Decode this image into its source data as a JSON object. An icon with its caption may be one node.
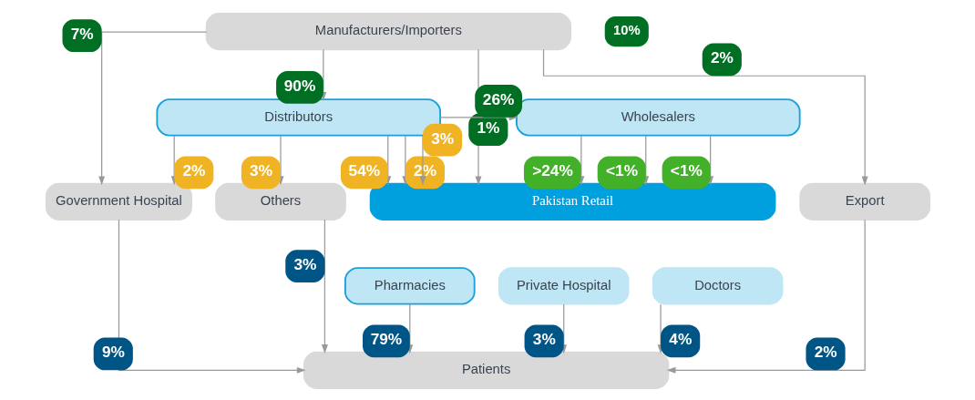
{
  "diagram": {
    "nodes": [
      {
        "text": [
          "Manufacturers/Importers"
        ]
      },
      {
        "text": [
          "Distributors"
        ]
      },
      {
        "text": [
          "Wholesalers"
        ]
      },
      {
        "text": [
          "Pakistan Retail"
        ]
      },
      {
        "text": [
          "Others"
        ]
      },
      {
        "text": [
          "Government Hospital"
        ]
      },
      {
        "text": [
          "Export"
        ]
      },
      {
        "text": [
          "Pharmacies"
        ]
      },
      {
        "text": [
          "Private Hospital"
        ]
      },
      {
        "text": [
          "Doctors"
        ]
      },
      {
        "text": [
          "Patients"
        ]
      }
    ],
    "edges": [
      {
        "from": 0,
        "to": 1,
        "arrow": "to",
        "label": "90%"
      },
      {
        "from": 1,
        "to": 2,
        "arrow": "to",
        "label": "26%"
      },
      {
        "from": 2,
        "to": 3,
        "arrow": "to",
        "label": ">24%"
      },
      {
        "from": 2,
        "to": 3,
        "arrow": "to",
        "label": "<1%"
      },
      {
        "from": 2,
        "to": 3,
        "arrow": "to",
        "label": "<1%"
      },
      {
        "from": 0,
        "to": 3,
        "arrow": "to",
        "label": "1%"
      },
      {
        "from": 0,
        "to": 5,
        "arrow": "to",
        "label": "7%"
      },
      {
        "from": 0,
        "to": 6,
        "arrow": "to",
        "label": "2%"
      },
      {
        "from": 1,
        "to": 3,
        "arrow": "to",
        "label": "54%"
      },
      {
        "from": 1,
        "to": 3,
        "arrow": "to",
        "label": "2%"
      },
      {
        "from": 1,
        "to": 3,
        "arrow": "to",
        "label": "3%"
      },
      {
        "from": 1,
        "to": 4,
        "arrow": "to",
        "label": "3%"
      },
      {
        "from": 1,
        "to": 5,
        "arrow": "to",
        "label": "2%"
      },
      {
        "from": 7,
        "to": 10,
        "arrow": "to",
        "label": "79%"
      },
      {
        "from": 8,
        "to": 10,
        "arrow": "to",
        "label": "3%"
      },
      {
        "from": 9,
        "to": 10,
        "arrow": "to",
        "label": "4%"
      },
      {
        "from": 4,
        "to": 10,
        "arrow": "to",
        "label": "3%"
      },
      {
        "from": 5,
        "to": 10,
        "arrow": "to",
        "label": "9%"
      },
      {
        "from": 6,
        "to": 10,
        "arrow": "to",
        "label": "2%"
      }
    ],
    "labels": [
      "10%"
    ]
  }
}
